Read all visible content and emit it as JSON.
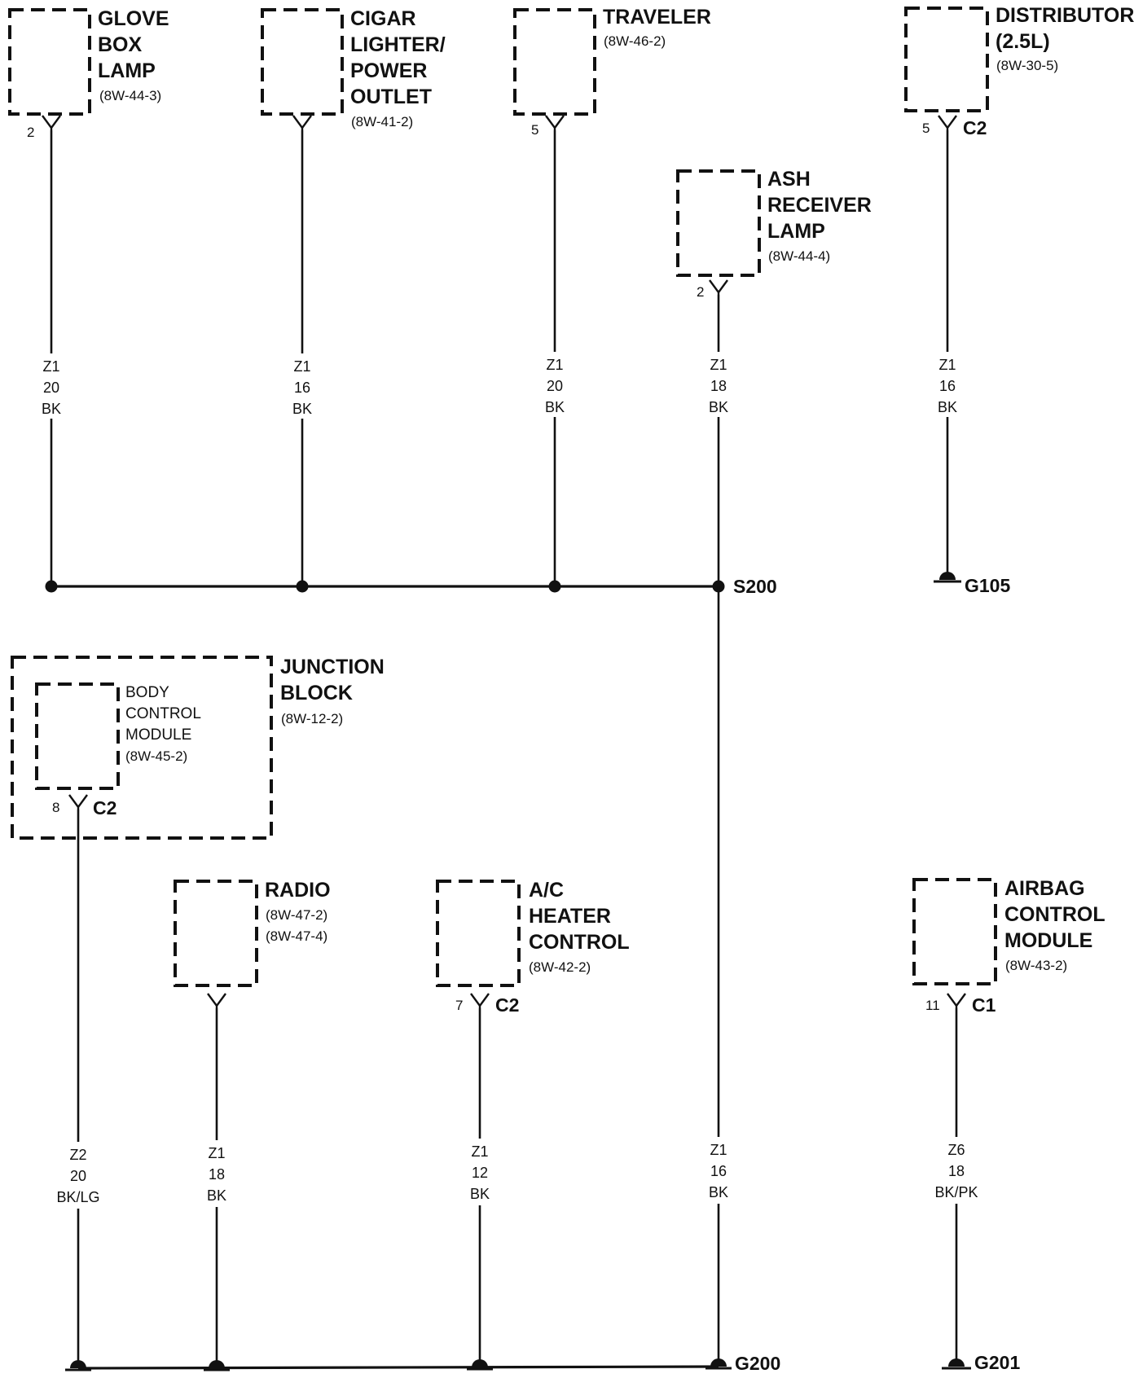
{
  "components": {
    "glove_box_lamp": {
      "title": [
        "GLOVE",
        "BOX",
        "LAMP"
      ],
      "ref": "(8W-44-3)",
      "pin": "2"
    },
    "cigar_lighter": {
      "title": [
        "CIGAR",
        "LIGHTER/",
        "POWER",
        "OUTLET"
      ],
      "ref": "(8W-41-2)"
    },
    "traveler": {
      "title": [
        "TRAVELER"
      ],
      "ref": "(8W-46-2)",
      "pin": "5"
    },
    "distributor": {
      "title": [
        "DISTRIBUTOR",
        "(2.5L)"
      ],
      "ref": "(8W-30-5)",
      "pin": "5",
      "connector": "C2"
    },
    "ash_receiver_lamp": {
      "title": [
        "ASH",
        "RECEIVER",
        "LAMP"
      ],
      "ref": "(8W-44-4)",
      "pin": "2"
    },
    "junction_block": {
      "title": [
        "JUNCTION",
        "BLOCK"
      ],
      "ref": "(8W-12-2)"
    },
    "body_control_module": {
      "title": [
        "BODY",
        "CONTROL",
        "MODULE"
      ],
      "ref": "(8W-45-2)",
      "pin": "8",
      "connector": "C2"
    },
    "radio": {
      "title": [
        "RADIO"
      ],
      "refs": [
        "(8W-47-2)",
        "(8W-47-4)"
      ]
    },
    "ac_heater_control": {
      "title": [
        "A/C",
        "HEATER",
        "CONTROL"
      ],
      "ref": "(8W-42-2)",
      "pin": "7",
      "connector": "C2"
    },
    "airbag_control_module": {
      "title": [
        "AIRBAG",
        "CONTROL",
        "MODULE"
      ],
      "ref": "(8W-43-2)",
      "pin": "11",
      "connector": "C1"
    }
  },
  "wires": {
    "glove": [
      "Z1",
      "20",
      "BK"
    ],
    "cigar": [
      "Z1",
      "16",
      "BK"
    ],
    "traveler": [
      "Z1",
      "20",
      "BK"
    ],
    "ash": [
      "Z1",
      "18",
      "BK"
    ],
    "distributor": [
      "Z1",
      "16",
      "BK"
    ],
    "bcm": [
      "Z2",
      "20",
      "BK/LG"
    ],
    "radio": [
      "Z1",
      "18",
      "BK"
    ],
    "ac": [
      "Z1",
      "12",
      "BK"
    ],
    "s200_g200": [
      "Z1",
      "16",
      "BK"
    ],
    "airbag": [
      "Z6",
      "18",
      "BK/PK"
    ]
  },
  "splices": {
    "s200": "S200"
  },
  "grounds": {
    "g105": "G105",
    "g200": "G200",
    "g201": "G201"
  }
}
